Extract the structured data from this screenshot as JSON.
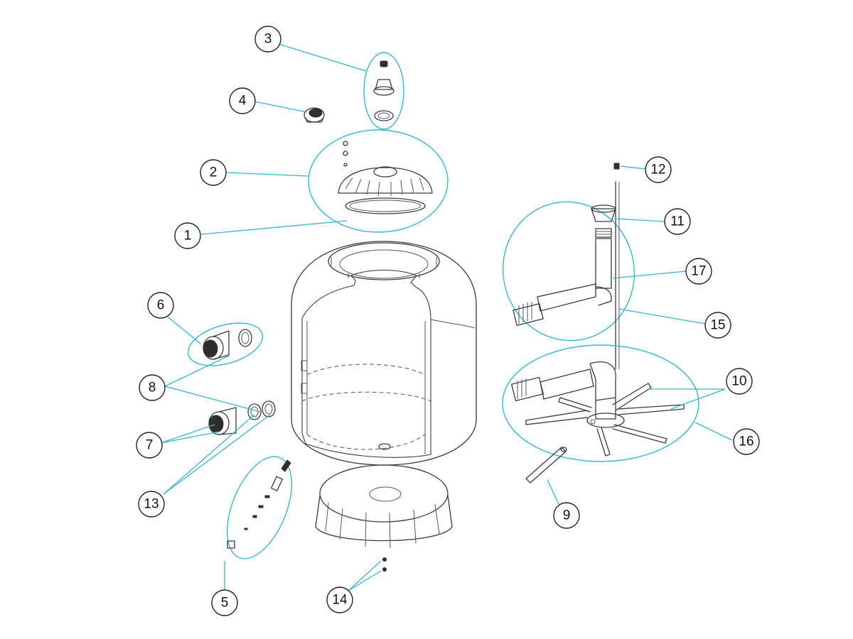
{
  "diagram": {
    "accent_color": "#38b6d1",
    "callouts": [
      {
        "id": "c3",
        "number": "3"
      },
      {
        "id": "c4",
        "number": "4"
      },
      {
        "id": "c2",
        "number": "2"
      },
      {
        "id": "c1",
        "number": "1"
      },
      {
        "id": "c12",
        "number": "12"
      },
      {
        "id": "c11",
        "number": "11"
      },
      {
        "id": "c17",
        "number": "17"
      },
      {
        "id": "c15",
        "number": "15"
      },
      {
        "id": "c6",
        "number": "6"
      },
      {
        "id": "c8",
        "number": "8"
      },
      {
        "id": "c10",
        "number": "10"
      },
      {
        "id": "c16",
        "number": "16"
      },
      {
        "id": "c7",
        "number": "7"
      },
      {
        "id": "c13",
        "number": "13"
      },
      {
        "id": "c9",
        "number": "9"
      },
      {
        "id": "c5",
        "number": "5"
      },
      {
        "id": "c14",
        "number": "14"
      }
    ]
  }
}
